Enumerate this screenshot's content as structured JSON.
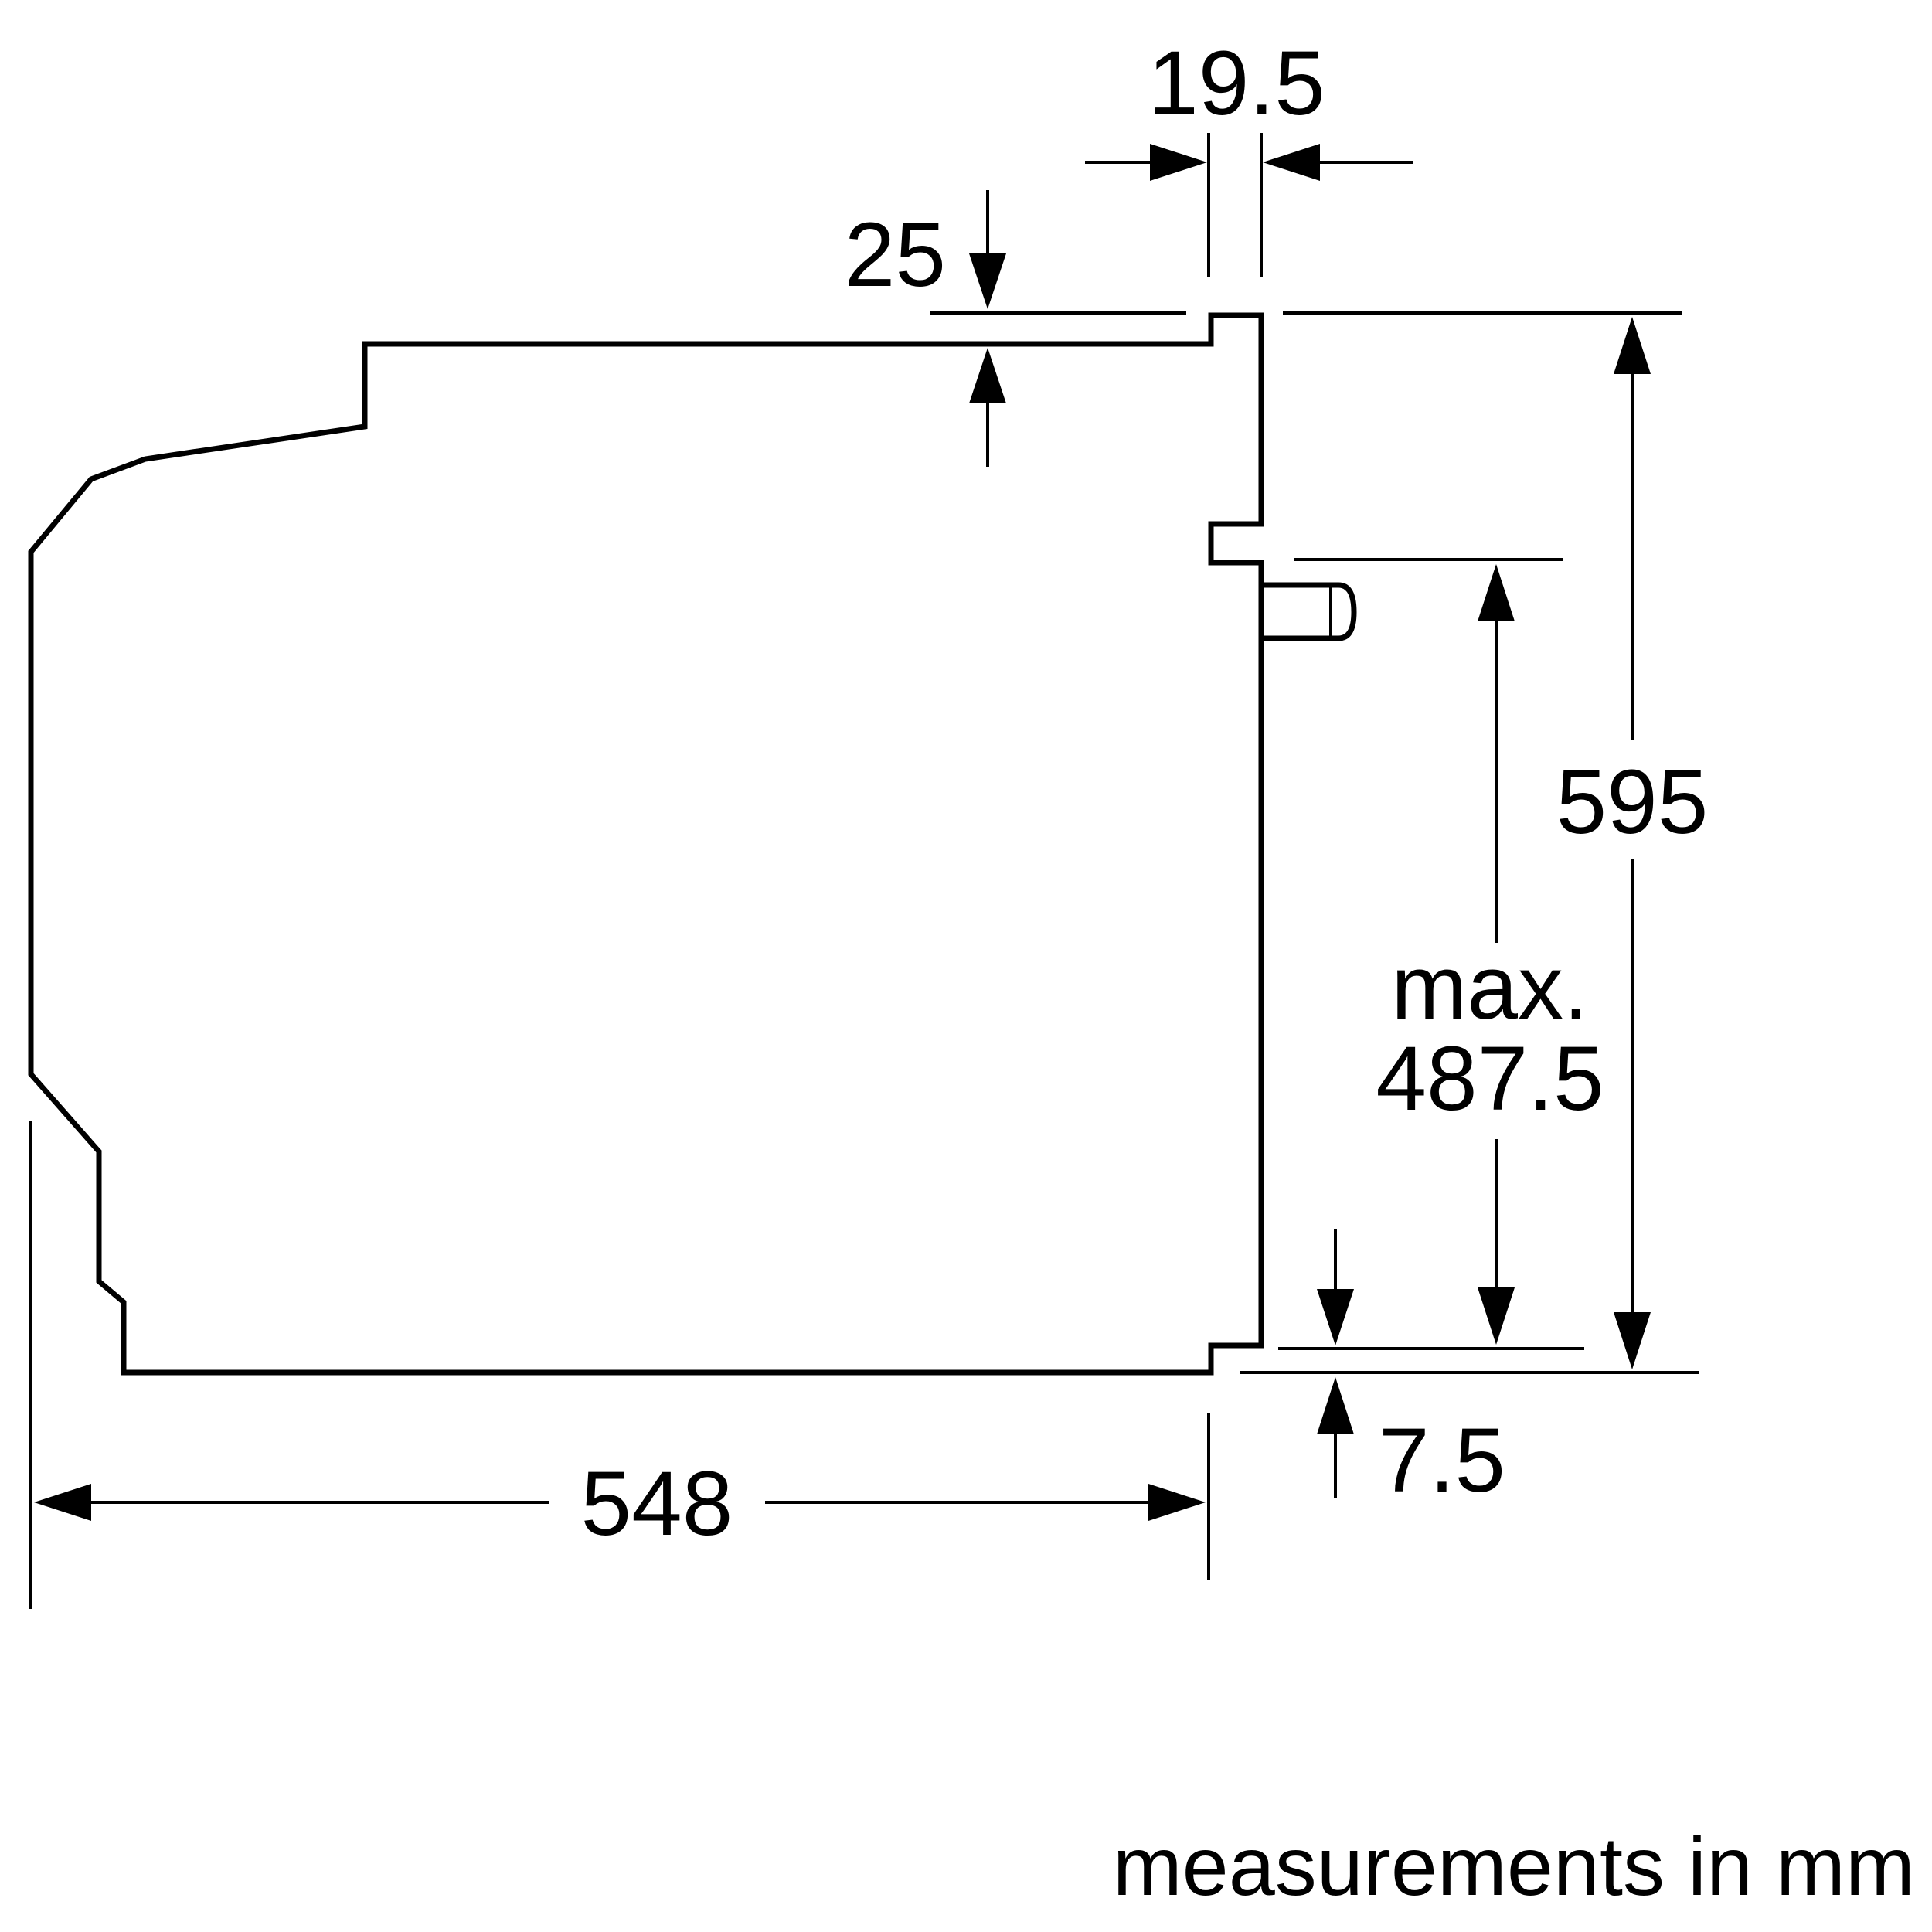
{
  "dimensions": {
    "depth": "548",
    "height": "595",
    "front_thickness": "19.5",
    "top_offset": "25",
    "bottom_offset": "7.5",
    "door_height_prefix": "max.",
    "door_height": "487.5"
  },
  "note": "measurements in mm"
}
